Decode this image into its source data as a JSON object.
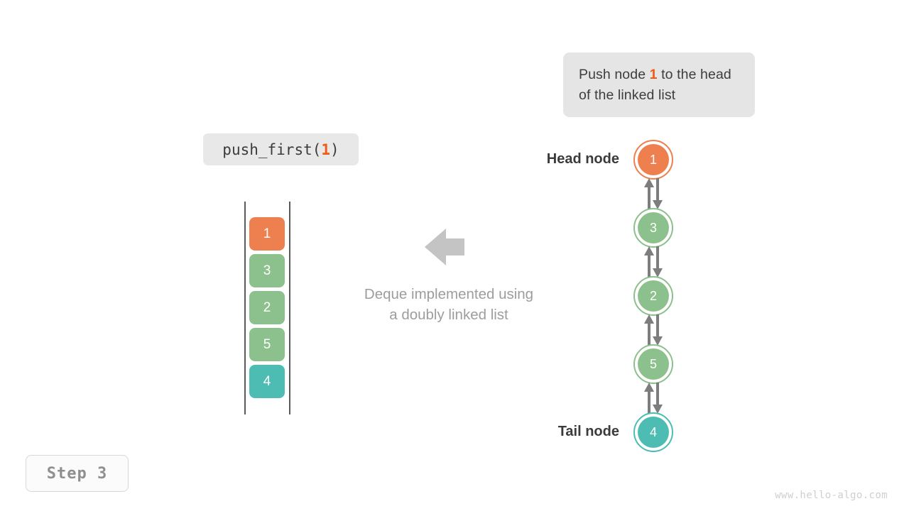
{
  "callout": {
    "text_before": "Push node ",
    "highlight": "1",
    "text_after": " to the head of the linked list"
  },
  "method_label": {
    "name": "push_first(",
    "arg": "1",
    "close": ")"
  },
  "array_view": {
    "cells": [
      {
        "value": "1",
        "color_name": "orange",
        "color": "#ee7f4f"
      },
      {
        "value": "3",
        "color_name": "green",
        "color": "#8cc08c"
      },
      {
        "value": "2",
        "color_name": "green",
        "color": "#8cc08c"
      },
      {
        "value": "5",
        "color_name": "green",
        "color": "#8cc08c"
      },
      {
        "value": "4",
        "color_name": "teal",
        "color": "#4dbcb2"
      }
    ]
  },
  "center": {
    "arrow_direction": "left",
    "arrow_color": "#c4c4c4",
    "caption_line1": "Deque implemented using",
    "caption_line2": "a doubly linked list"
  },
  "linked_list": {
    "head_label": "Head node",
    "tail_label": "Tail node",
    "link_arrow_color": "#7d7d7d",
    "nodes": [
      {
        "value": "1",
        "color_name": "orange",
        "color": "#ee7f4f"
      },
      {
        "value": "3",
        "color_name": "green",
        "color": "#8cc08c"
      },
      {
        "value": "2",
        "color_name": "green",
        "color": "#8cc08c"
      },
      {
        "value": "5",
        "color_name": "green",
        "color": "#8cc08c"
      },
      {
        "value": "4",
        "color_name": "teal",
        "color": "#4dbcb2"
      }
    ]
  },
  "step_badge": {
    "label": "Step 3"
  },
  "watermark": {
    "text": "www.hello-algo.com"
  },
  "colors": {
    "orange": "#ee7f4f",
    "orange_text": "#f05a18",
    "green": "#8cc08c",
    "teal": "#4dbcb2",
    "gray_box": "#e5e5e5",
    "gray_caption": "#9d9d9d"
  }
}
